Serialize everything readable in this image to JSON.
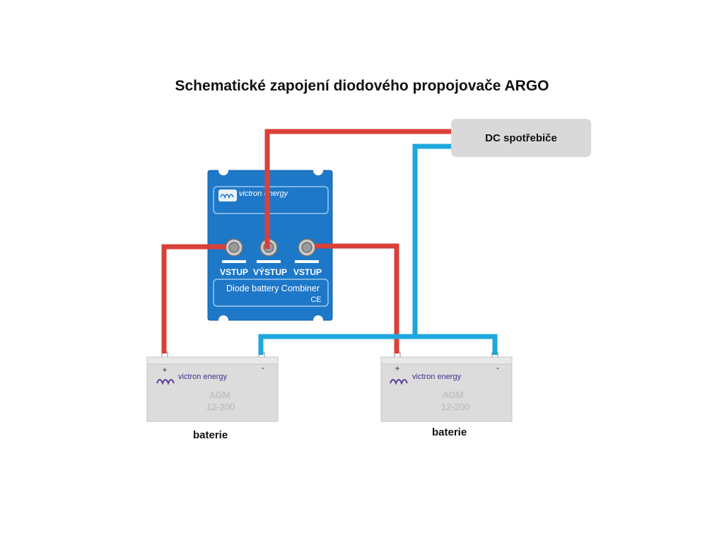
{
  "title": "Schematické zapojení diodového propojovače ARGO",
  "load": {
    "label": "DC spotřebiče"
  },
  "combiner": {
    "brand": "victron energy",
    "terminals": [
      "VSTUP",
      "VÝSTUP",
      "VSTUP"
    ],
    "model": "Diode battery Combiner",
    "mark": "CE"
  },
  "batteries": [
    {
      "brand": "victron energy",
      "type": "AGM",
      "model": "12-200",
      "plus": "+",
      "minus": "-",
      "label": "baterie"
    },
    {
      "brand": "victron energy",
      "type": "AGM",
      "model": "12-200",
      "plus": "+",
      "minus": "-",
      "label": "baterie"
    }
  ],
  "colors": {
    "positive_wire": "#d9403a",
    "negative_wire": "#1ea7dc",
    "combiner_body": "#1e78c8",
    "battery_body": "#dcdcdc",
    "load_box": "#d9d9d9"
  }
}
